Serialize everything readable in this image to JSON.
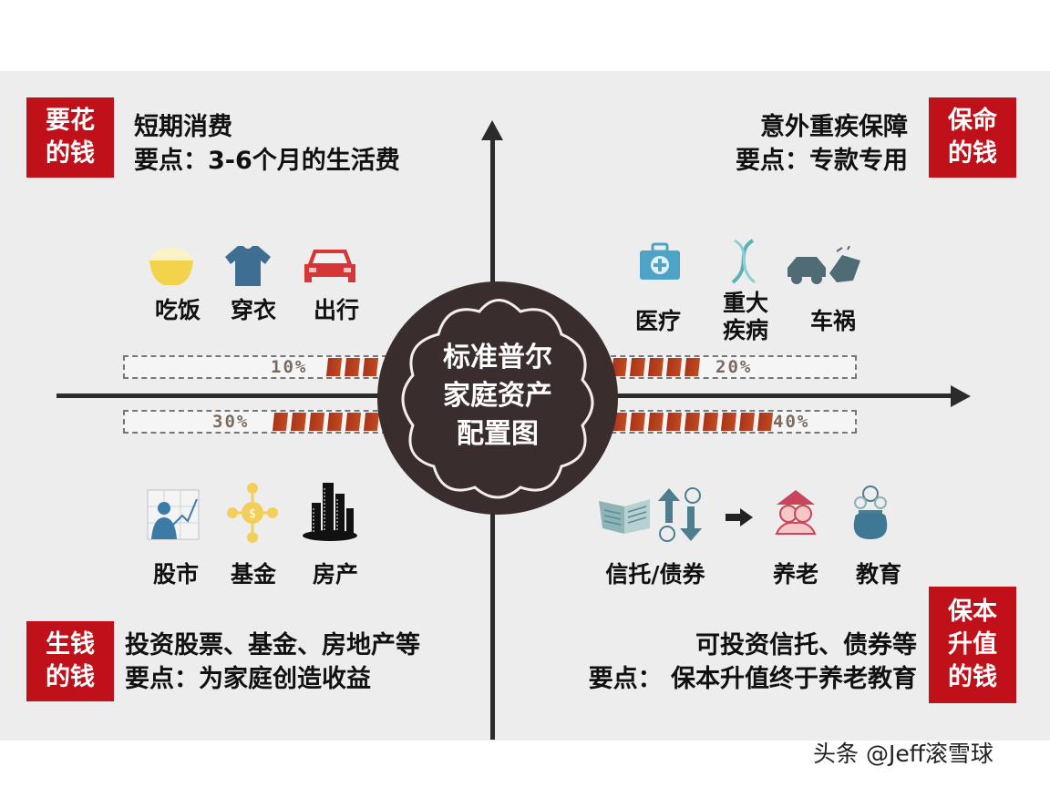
{
  "title": {
    "line1": "标准普尔",
    "line2": "家庭资产",
    "line3": "配置图"
  },
  "quadrants": {
    "top_left": {
      "tag": {
        "line1": "要花",
        "line2": "的钱"
      },
      "heading": "短期消费",
      "point": "要点：3-6个月的生活费",
      "items": [
        {
          "label": "吃饭",
          "icon": "rice-bowl-icon"
        },
        {
          "label": "穿衣",
          "icon": "tshirt-icon"
        },
        {
          "label": "出行",
          "icon": "car-icon"
        }
      ],
      "percent": "10%",
      "segments": 3
    },
    "top_right": {
      "tag": {
        "line1": "保命",
        "line2": "的钱"
      },
      "heading": "意外重疾保障",
      "point": "要点：专款专用",
      "items": [
        {
          "label": "医疗",
          "icon": "medical-kit-icon"
        },
        {
          "label": "重大",
          "label2": "疾病",
          "icon": "dna-icon"
        },
        {
          "label": "车祸",
          "icon": "car-accident-icon"
        }
      ],
      "percent": "20%",
      "segments": 5
    },
    "bottom_left": {
      "tag": {
        "line1": "生钱",
        "line2": "的钱"
      },
      "heading": "投资股票、基金、房地产等",
      "point": "要点：为家庭创造收益",
      "items": [
        {
          "label": "股市",
          "icon": "stock-chart-icon"
        },
        {
          "label": "基金",
          "icon": "fund-coins-icon"
        },
        {
          "label": "房产",
          "icon": "buildings-icon"
        }
      ],
      "percent": "30%",
      "segments": 6
    },
    "bottom_right": {
      "tag": {
        "line1": "保本",
        "line2": "升值",
        "line3": "的钱"
      },
      "heading": "可投资信托、债券等",
      "point": "要点： 保本升值终于养老教育",
      "items": [
        {
          "label": "信托/债券",
          "icon": "bond-exchange-icon"
        },
        {
          "label": "养老",
          "icon": "elderly-couple-icon"
        },
        {
          "label": "教育",
          "icon": "money-pot-icon"
        }
      ],
      "percent": "40%",
      "segments": 9
    }
  },
  "watermark": "头条 @Jeff滚雪球",
  "colors": {
    "tag_red": "#c0101a",
    "bar_fill": "#b53c1e",
    "center_dark": "#3a2d2d",
    "panel_bg": "#eeedee"
  }
}
